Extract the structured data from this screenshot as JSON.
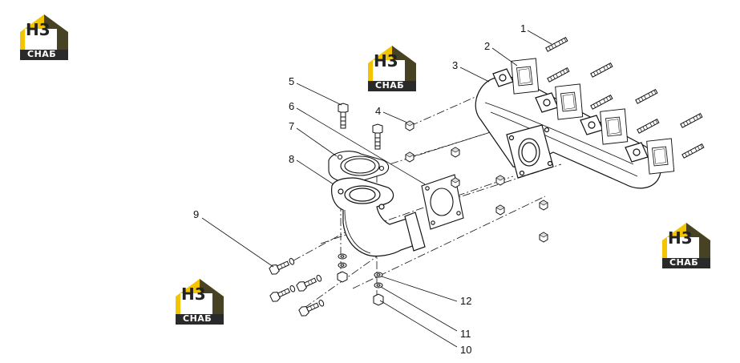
{
  "logo": {
    "mark": "H3",
    "word": "СНАБ",
    "accent": "#f2c500",
    "dark": "#2a2a2a"
  },
  "callouts": [
    {
      "id": "1",
      "text": "1"
    },
    {
      "id": "2",
      "text": "2"
    },
    {
      "id": "3",
      "text": "3"
    },
    {
      "id": "4",
      "text": "4"
    },
    {
      "id": "5",
      "text": "5"
    },
    {
      "id": "6",
      "text": "6"
    },
    {
      "id": "7",
      "text": "7"
    },
    {
      "id": "8",
      "text": "8"
    },
    {
      "id": "9",
      "text": "9"
    },
    {
      "id": "10",
      "text": "10"
    },
    {
      "id": "11",
      "text": "11"
    },
    {
      "id": "12",
      "text": "12"
    }
  ]
}
